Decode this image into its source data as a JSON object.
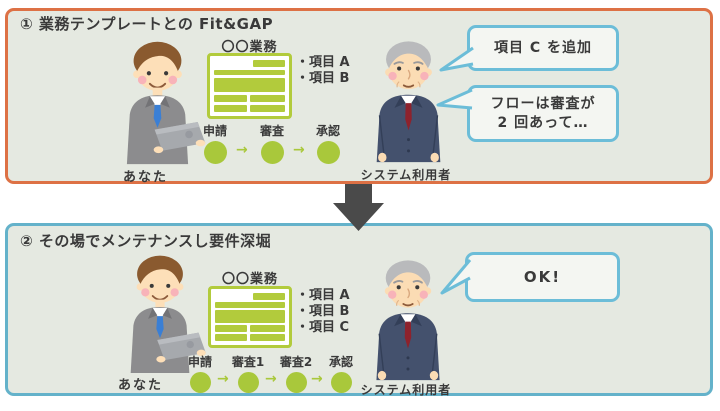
{
  "panel1": {
    "title": "① 業務テンプレートとの Fit&GAP",
    "you_label": "あなた",
    "user_label": "システム利用者",
    "form_title": "〇〇業務",
    "items": [
      "・項目 A",
      "・項目 B"
    ],
    "steps": [
      "申請",
      "審査",
      "承認"
    ],
    "flow_arrow": "→",
    "bubble1_text": "項目 C を追加",
    "bubble2_line1": "フローは審査が",
    "bubble2_line2": "2 回あって…"
  },
  "panel2": {
    "title": "② その場でメンテナンスし要件深堀",
    "you_label": "あなた",
    "user_label": "システム利用者",
    "form_title": "〇〇業務",
    "items": [
      "・項目 A",
      "・項目 B",
      "・項目 C"
    ],
    "steps": [
      "申請",
      "審査1",
      "審査2",
      "承認"
    ],
    "flow_arrow": "→",
    "bubble1_text": "OK!"
  },
  "colors": {
    "panel_background": "#e5e9e1",
    "panel1_border": "#dd7145",
    "panel2_border": "#64b2ca",
    "form_green": "#b2cb3c",
    "circle_green": "#a9c83b",
    "bubble_border": "#6cbdd8",
    "bubble_background": "#f4f6f2",
    "down_arrow_gray": "#4a4a4a",
    "text": "#3a3a3a"
  }
}
